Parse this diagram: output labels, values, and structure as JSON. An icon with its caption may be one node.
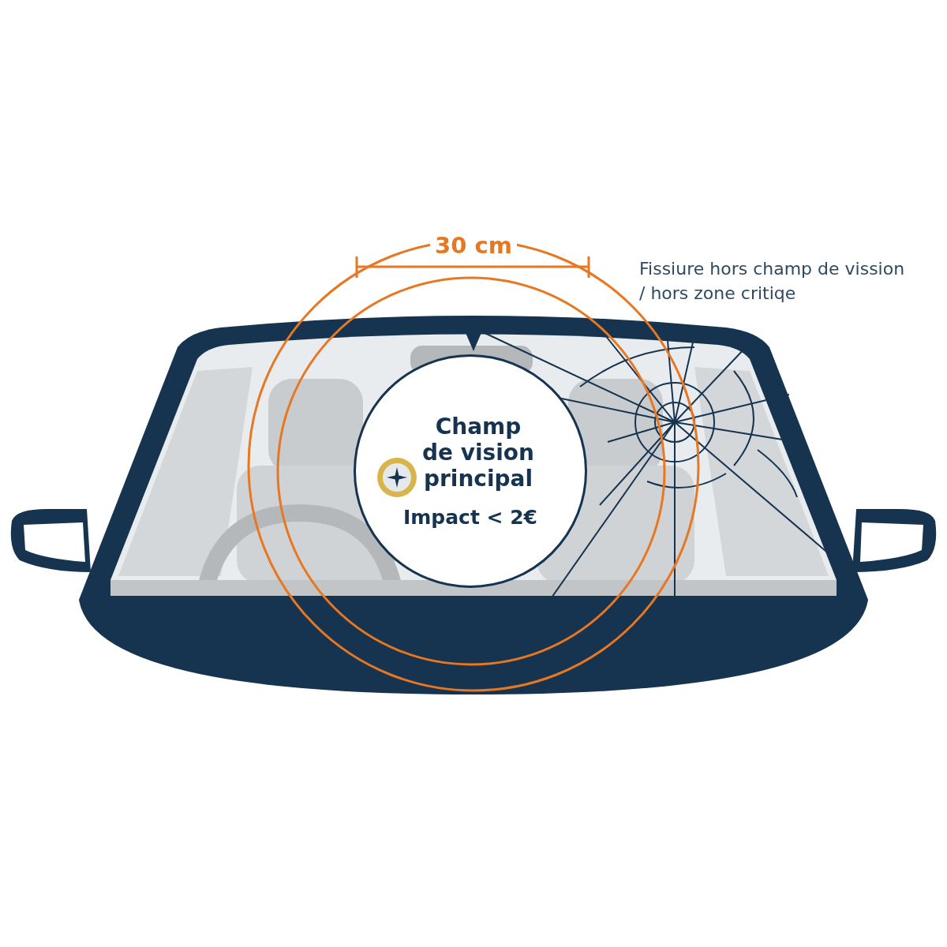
{
  "diagram": {
    "nodes": [
      {
        "text": [
          "Champ de vision principal",
          "Impact < 2€"
        ]
      }
    ],
    "labels": [
      "30 cm",
      "Fissiure hors champ de vission / hors zone critiqe"
    ]
  }
}
